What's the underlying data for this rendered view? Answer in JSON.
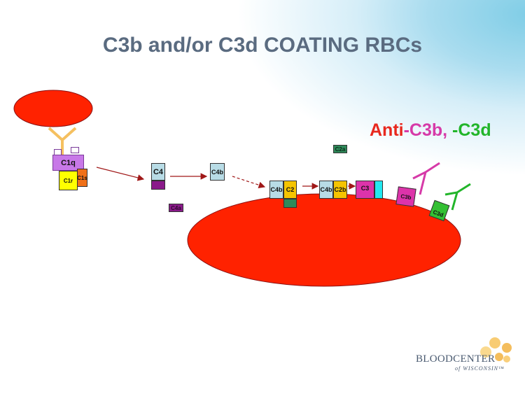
{
  "title": "C3b and/or C3d COATING RBCs",
  "legend": {
    "anti": "Anti",
    "c3b": "-C3b,",
    "c3d": " -C3d",
    "colors": {
      "anti": "#e8281e",
      "c3b": "#d63aa8",
      "c3d": "#22b52a"
    }
  },
  "components": {
    "c1q": "C1q",
    "c1r": "C1r",
    "c1s": "C1s",
    "c4": "C4",
    "c4a": "C4a",
    "c4b_free": "C4b",
    "c2a": "C2a",
    "c4b_bound1": "C4b",
    "c2": "C2",
    "c4b_bound2": "C4b",
    "c2b": "C2b",
    "c3": "C3",
    "c3b": "C3b",
    "c3d": "C3d"
  },
  "colors": {
    "rbc": "#ff2200",
    "c1q": "#c878e8",
    "c1r": "#ffff00",
    "c1s": "#f07018",
    "c4": "#b8dce6",
    "c4a": "#8a1a8a",
    "c2": "#f5c400",
    "c2a": "#2e8a5a",
    "c3": "#dd33aa",
    "c3_cyan": "#22e8f0",
    "c3d": "#33c033",
    "antibody": "#f5c060",
    "arrow": "#a01818"
  },
  "logo": {
    "name": "BloodCenter",
    "sub": "of WISCONSIN™"
  }
}
